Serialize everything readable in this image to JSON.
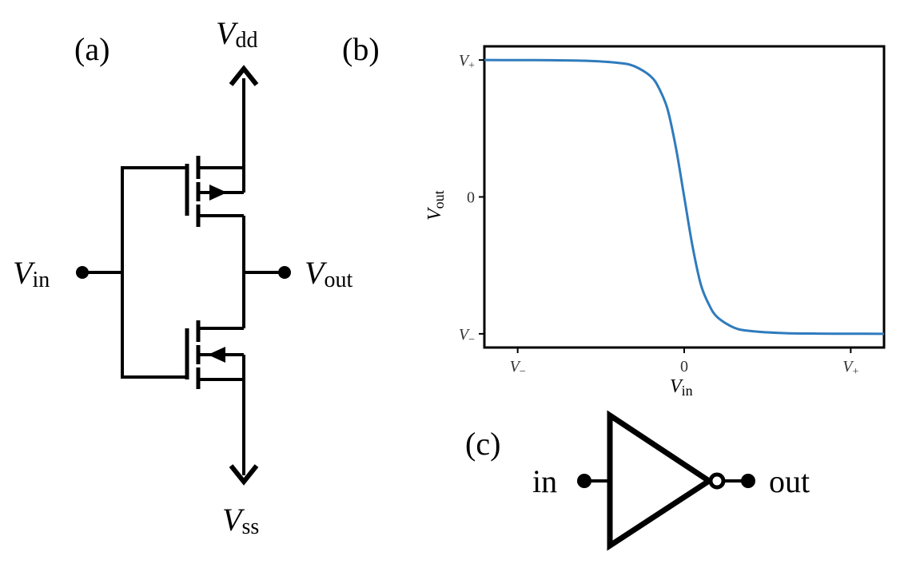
{
  "panels": {
    "a": "(a)",
    "b": "(b)",
    "c": "(c)"
  },
  "circuit": {
    "vdd": {
      "main": "V",
      "sub": "dd"
    },
    "vss": {
      "main": "V",
      "sub": "ss"
    },
    "vin": {
      "main": "V",
      "sub": "in"
    },
    "vout": {
      "main": "V",
      "sub": "out"
    }
  },
  "gate": {
    "in_label": "in",
    "out_label": "out"
  },
  "chart_data": {
    "type": "line",
    "x_ticks": [
      {
        "main": "V",
        "sub": "−"
      },
      {
        "main": "0",
        "sub": ""
      },
      {
        "main": "V",
        "sub": "+"
      }
    ],
    "y_ticks": [
      {
        "main": "V",
        "sub": "+"
      },
      {
        "main": "0",
        "sub": ""
      },
      {
        "main": "V",
        "sub": "−"
      }
    ],
    "xlabel": {
      "main": "V",
      "sub": "in"
    },
    "ylabel": {
      "main": "V",
      "sub": "out"
    },
    "xlim": [
      -1.2,
      1.2
    ],
    "ylim": [
      -1.1,
      1.1
    ],
    "tick_positions_x": [
      -1,
      0,
      1
    ],
    "tick_positions_y": [
      1,
      0,
      -1
    ],
    "series": [
      {
        "color": "#2f7bbd",
        "points": [
          [
            -1.2,
            1.0
          ],
          [
            -1.0,
            0.9995
          ],
          [
            -0.8,
            0.9985
          ],
          [
            -0.6,
            0.995
          ],
          [
            -0.4,
            0.98
          ],
          [
            -0.3,
            0.955
          ],
          [
            -0.2,
            0.88
          ],
          [
            -0.15,
            0.79
          ],
          [
            -0.1,
            0.64
          ],
          [
            -0.05,
            0.36
          ],
          [
            0.0,
            0.0
          ],
          [
            0.05,
            -0.36
          ],
          [
            0.1,
            -0.64
          ],
          [
            0.15,
            -0.79
          ],
          [
            0.2,
            -0.88
          ],
          [
            0.3,
            -0.955
          ],
          [
            0.4,
            -0.98
          ],
          [
            0.6,
            -0.995
          ],
          [
            0.8,
            -0.9985
          ],
          [
            1.0,
            -0.9995
          ],
          [
            1.2,
            -1.0
          ]
        ]
      }
    ],
    "grid": false
  }
}
